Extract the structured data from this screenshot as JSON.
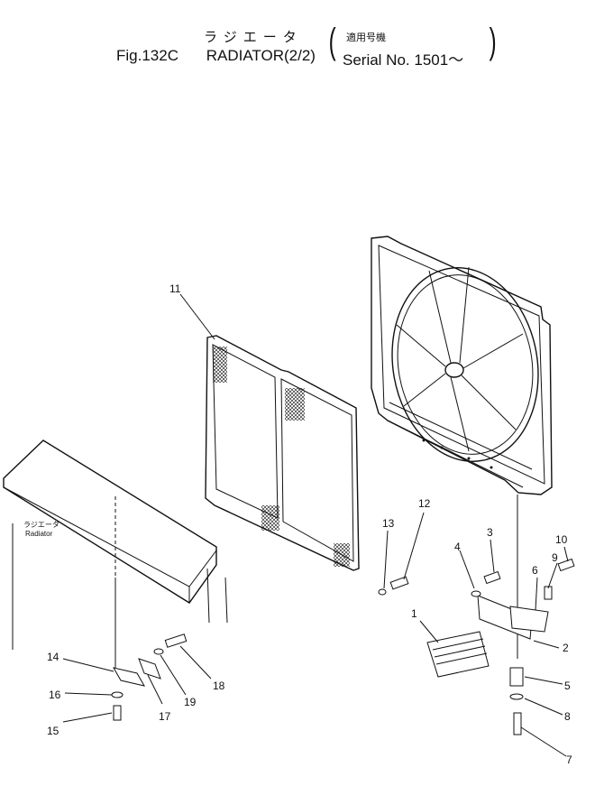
{
  "header": {
    "title_jp": "ラジエータ",
    "fig": "Fig.132C",
    "title": "RADIATOR(2/2)",
    "applicable_jp": "適用号機",
    "serial": "Serial No. 1501～"
  },
  "callouts": [
    "1",
    "2",
    "3",
    "4",
    "5",
    "6",
    "7",
    "8",
    "9",
    "10",
    "11",
    "12",
    "13",
    "14",
    "15",
    "16",
    "17",
    "18",
    "19"
  ],
  "inset_label_jp": "ラジエータ",
  "inset_label_en": "Radiator"
}
